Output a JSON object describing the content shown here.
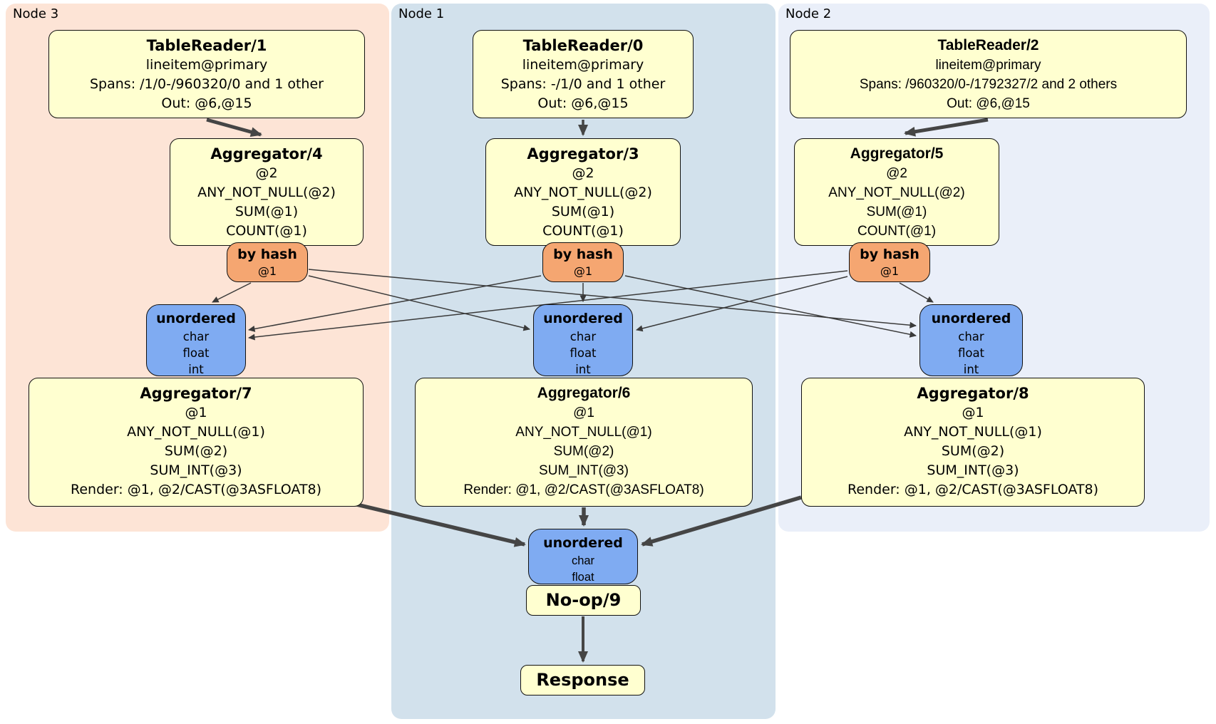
{
  "regions": [
    {
      "label": "Node 3",
      "table_reader": {
        "title": "TableReader/1",
        "lines": [
          "lineitem@primary",
          "Spans: /1/0-/960320/0 and 1 other",
          "Out: @6,@15"
        ]
      },
      "agg_top": {
        "title": "Aggregator/4",
        "lines": [
          "@2",
          "ANY_NOT_NULL(@2)",
          "SUM(@1)",
          "COUNT(@1)"
        ]
      },
      "router": {
        "title": "by hash",
        "detail": "@1"
      },
      "sync": {
        "title": "unordered",
        "lines": [
          "char",
          "float",
          "int"
        ]
      },
      "agg_bottom": {
        "title": "Aggregator/7",
        "lines": [
          "@1",
          "ANY_NOT_NULL(@1)",
          "SUM(@2)",
          "SUM_INT(@3)",
          "Render: @1, @2/CAST(@3ASFLOAT8)"
        ]
      }
    },
    {
      "label": "Node 1",
      "table_reader": {
        "title": "TableReader/0",
        "lines": [
          "lineitem@primary",
          "Spans: -/1/0 and 1 other",
          "Out: @6,@15"
        ]
      },
      "agg_top": {
        "title": "Aggregator/3",
        "lines": [
          "@2",
          "ANY_NOT_NULL(@2)",
          "SUM(@1)",
          "COUNT(@1)"
        ]
      },
      "router": {
        "title": "by hash",
        "detail": "@1"
      },
      "sync": {
        "title": "unordered",
        "lines": [
          "char",
          "float",
          "int"
        ]
      },
      "agg_bottom": {
        "title": "Aggregator/6",
        "lines": [
          "@1",
          "ANY_NOT_NULL(@1)",
          "SUM(@2)",
          "SUM_INT(@3)",
          "Render: @1, @2/CAST(@3ASFLOAT8)"
        ]
      }
    },
    {
      "label": "Node 2",
      "table_reader": {
        "title": "TableReader/2",
        "lines": [
          "lineitem@primary",
          "Spans: /960320/0-/1792327/2 and 2 others",
          "Out: @6,@15"
        ]
      },
      "agg_top": {
        "title": "Aggregator/5",
        "lines": [
          "@2",
          "ANY_NOT_NULL(@2)",
          "SUM(@1)",
          "COUNT(@1)"
        ]
      },
      "router": {
        "title": "by hash",
        "detail": "@1"
      },
      "sync": {
        "title": "unordered",
        "lines": [
          "char",
          "float",
          "int"
        ]
      },
      "agg_bottom": {
        "title": "Aggregator/8",
        "lines": [
          "@1",
          "ANY_NOT_NULL(@1)",
          "SUM(@2)",
          "SUM_INT(@3)",
          "Render: @1, @2/CAST(@3ASFLOAT8)"
        ]
      }
    }
  ],
  "final": {
    "sync": {
      "title": "unordered",
      "lines": [
        "char",
        "float"
      ]
    },
    "noop_title": "No-op/9",
    "response_title": "Response"
  },
  "colors": {
    "node3_bg": "#fde4d6",
    "node1_bg": "#d2e1ec",
    "node2_bg": "#eaeff9",
    "processor_fill": "#ffffd0",
    "router_fill": "#f5a671",
    "sync_fill": "#7fabf2",
    "edge": "#454545"
  }
}
